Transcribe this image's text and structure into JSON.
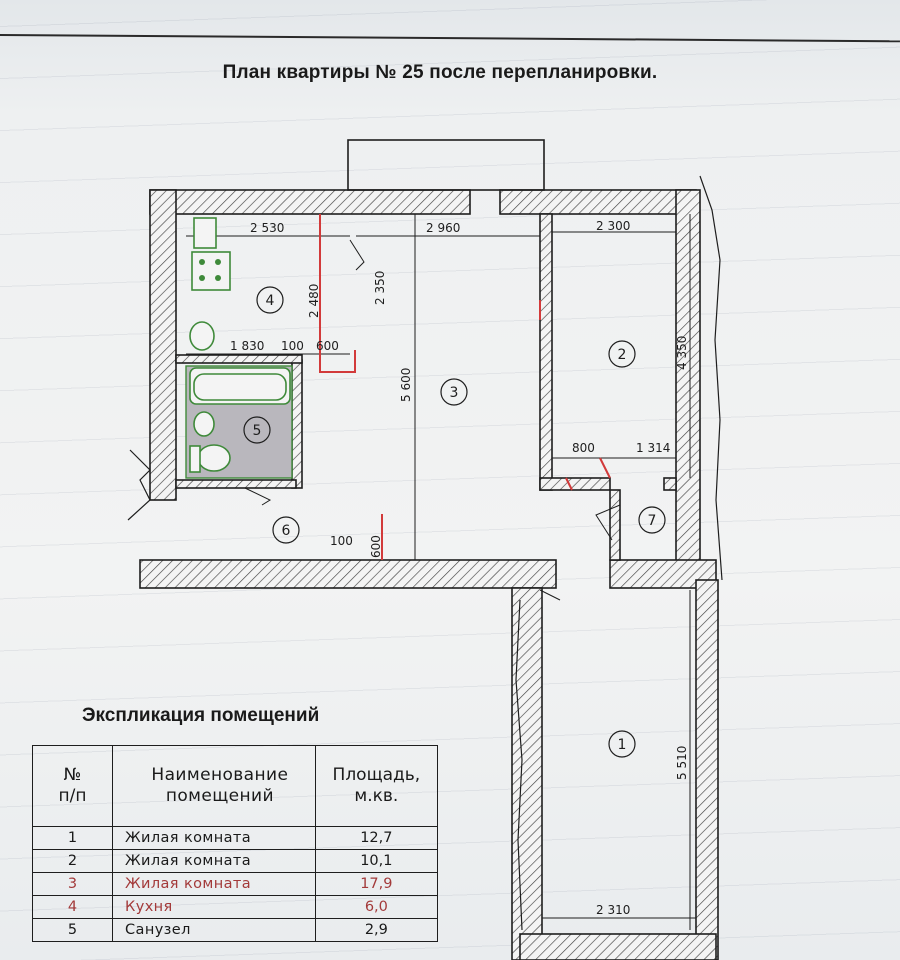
{
  "title": "План квартиры № 25 после перепланировки.",
  "rooms": [
    {
      "number": "1"
    },
    {
      "number": "2"
    },
    {
      "number": "3"
    },
    {
      "number": "4"
    },
    {
      "number": "5"
    },
    {
      "number": "6"
    },
    {
      "number": "7"
    }
  ],
  "dimensions": {
    "d2530": "2 530",
    "d2960": "2 960",
    "d2300": "2 300",
    "d4350": "4 350",
    "d2480": "2 480",
    "d2350": "2 350",
    "d1830": "1 830",
    "d100a": "100",
    "d600a": "600",
    "d5600": "5 600",
    "d800": "800",
    "d1314": "1 314",
    "d100b": "100",
    "d600b": "600",
    "d5510": "5 510",
    "d2310": "2 310"
  },
  "colors": {
    "wall": "#1e1e1e",
    "fixture": "#3f8a3a",
    "redline": "#d23a3a",
    "tile": "#b9b7bd",
    "accent_text": "#a33a3a"
  },
  "explication": {
    "title": "Экспликация помещений",
    "headers": {
      "num": [
        "№",
        "п/п"
      ],
      "name": [
        "Наименование",
        "помещений"
      ],
      "area": [
        "Площадь,",
        "м.кв."
      ]
    },
    "rows": [
      {
        "num": "1",
        "name": "Жилая комната",
        "area": "12,7",
        "highlight": false
      },
      {
        "num": "2",
        "name": "Жилая комната",
        "area": "10,1",
        "highlight": false
      },
      {
        "num": "3",
        "name": "Жилая комната",
        "area": "17,9",
        "highlight": true
      },
      {
        "num": "4",
        "name": "Кухня",
        "area": "6,0",
        "highlight": true
      },
      {
        "num": "5",
        "name": "Санузел",
        "area": "2,9",
        "highlight": false
      }
    ]
  }
}
